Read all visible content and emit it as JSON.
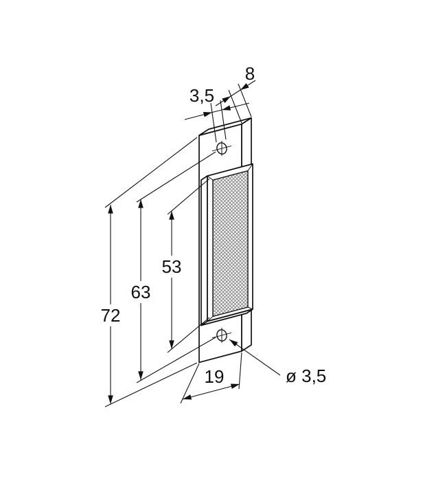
{
  "drawing": {
    "labels": {
      "depth": "8",
      "slot_width": "3,5",
      "overall_height": "72",
      "hole_spacing": "63",
      "reflector_height": "53",
      "width": "19",
      "hole_diameter": "ø 3,5"
    },
    "colors": {
      "line": "#111111",
      "background": "#ffffff",
      "hatch_fill": "#f4f4f4",
      "hatch_line": "#6b6b6b"
    }
  }
}
